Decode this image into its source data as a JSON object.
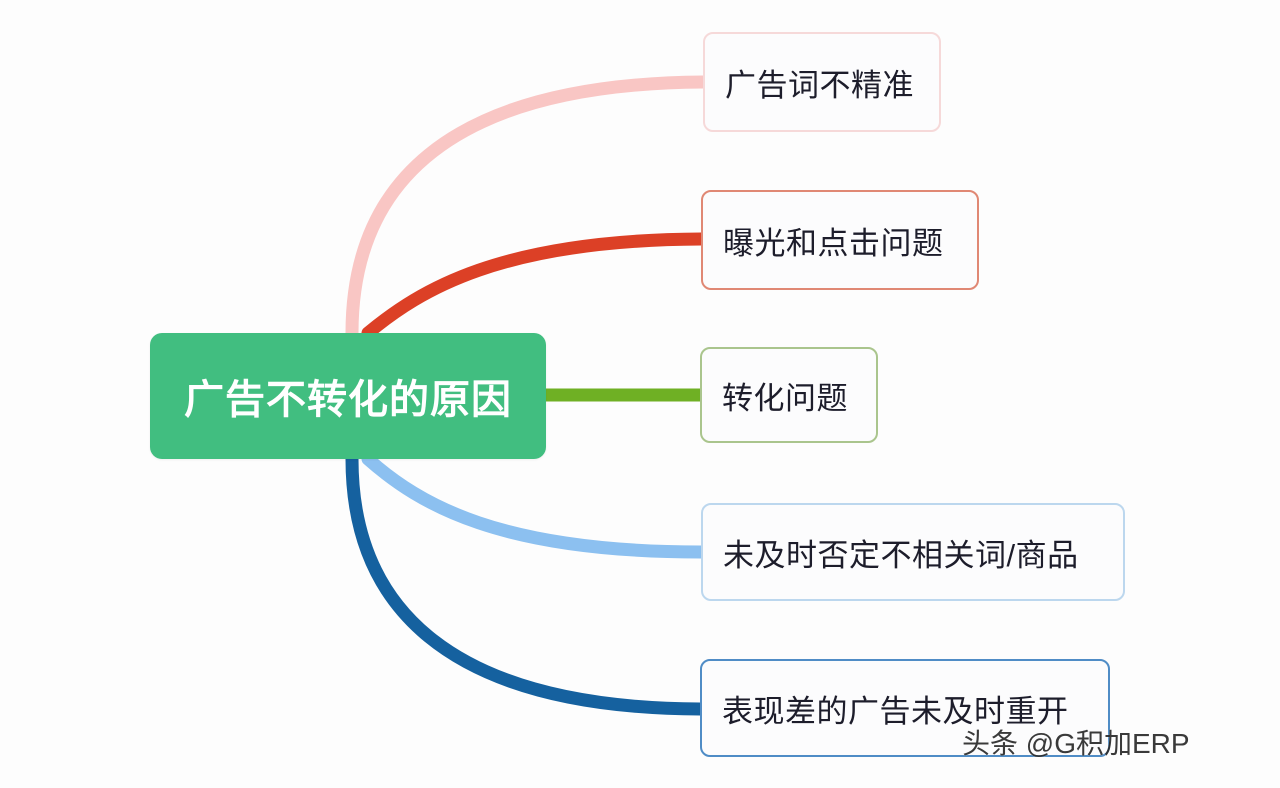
{
  "diagram": {
    "type": "mind-map",
    "root": {
      "label": "广告不转化的原因",
      "fill_color": "#41be80",
      "text_color": "#ffffff"
    },
    "branches": [
      {
        "label": "广告词不精准",
        "border_color": "#f6d9d9",
        "connector_color": "#f9c6c4"
      },
      {
        "label": "曝光和点击问题",
        "border_color": "#e08874",
        "connector_color": "#dc4026"
      },
      {
        "label": "转化问题",
        "border_color": "#aac58d",
        "connector_color": "#6fb024"
      },
      {
        "label": "未及时否定不相关词/商品",
        "border_color": "#bcd7ee",
        "connector_color": "#8cc0f0"
      },
      {
        "label": "表现差的广告未及时重开",
        "border_color": "#4f8cc6",
        "connector_color": "#15619f"
      }
    ]
  },
  "watermark": {
    "text": "头条 @G积加ERP"
  }
}
